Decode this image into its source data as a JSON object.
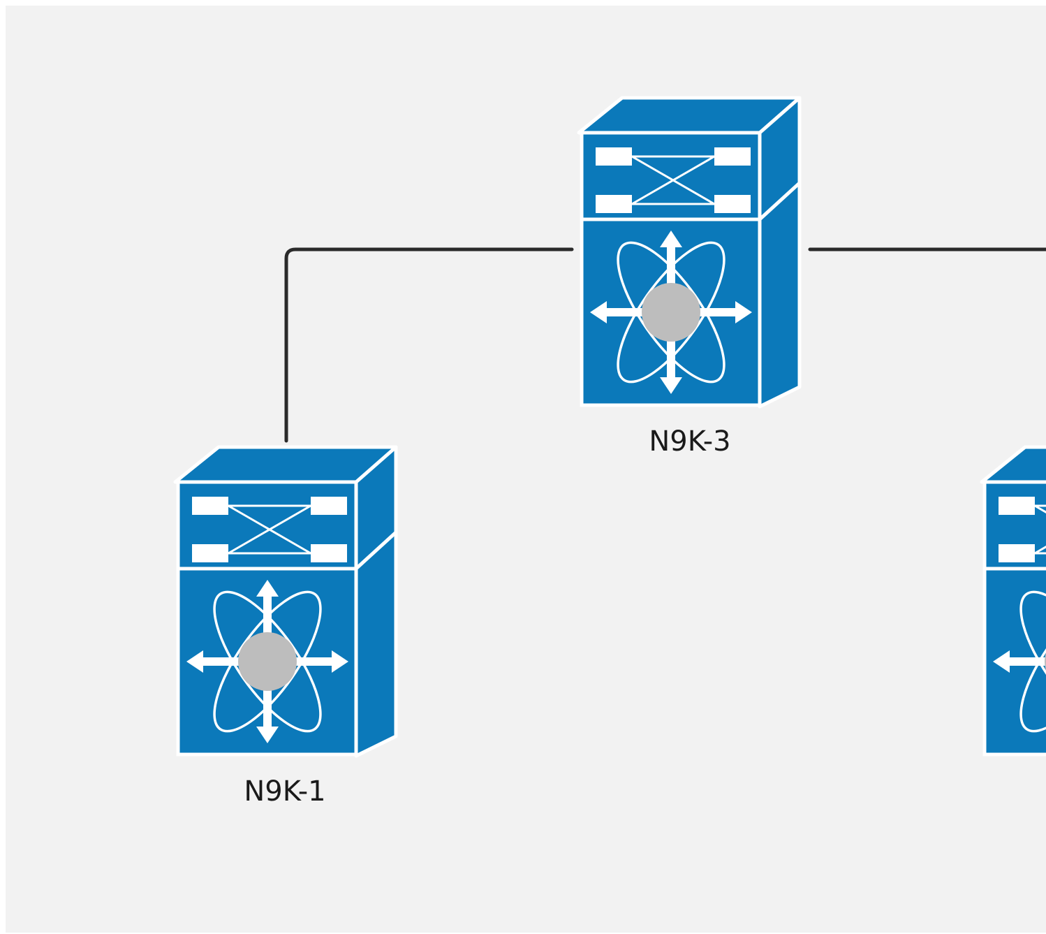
{
  "diagram": {
    "nodes": [
      {
        "id": "n9k-1",
        "label": "N9K-1",
        "icon": "nexus-switch-icon"
      },
      {
        "id": "n9k-3",
        "label": "N9K-3",
        "icon": "nexus-switch-icon"
      },
      {
        "id": "n9k-partial",
        "label": "",
        "icon": "nexus-switch-icon"
      }
    ],
    "links": [
      {
        "from": "n9k-1",
        "to": "n9k-3"
      },
      {
        "from": "n9k-3",
        "to": "n9k-partial"
      }
    ]
  },
  "colors": {
    "switch_fill": "#0b79ba",
    "switch_outline": "#ffffff",
    "center_circle": "#bdbdbd",
    "link": "#2b2b2b",
    "canvas": "#f2f2f2"
  }
}
